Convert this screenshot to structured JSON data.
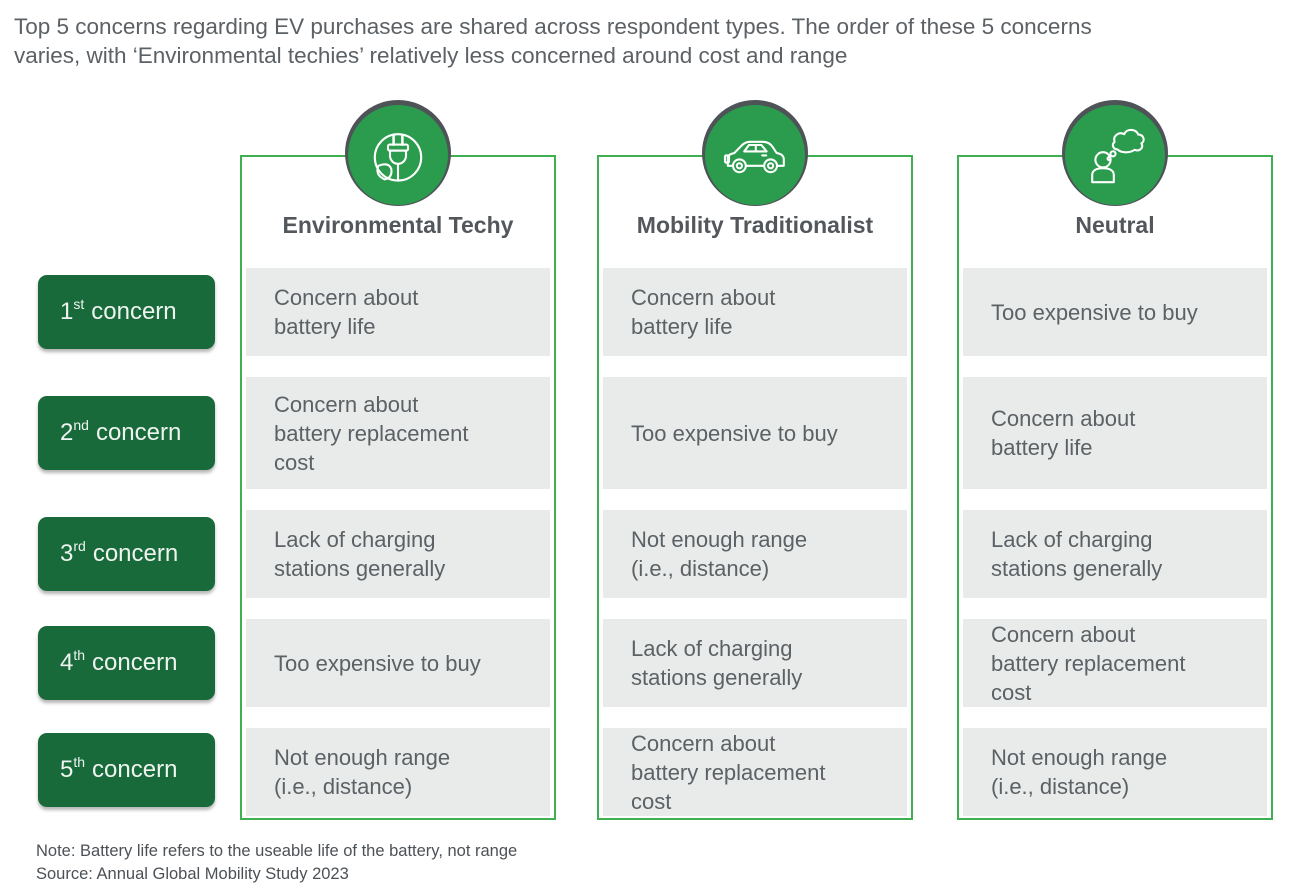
{
  "title": "Top 5 concerns regarding EV purchases are shared across respondent types. The order of these 5 concerns\nvaries, with ‘Environmental techies’ relatively less concerned around cost and range",
  "ranks": [
    {
      "num": "1",
      "sup": "st",
      "word": "concern"
    },
    {
      "num": "2",
      "sup": "nd",
      "word": "concern"
    },
    {
      "num": "3",
      "sup": "rd",
      "word": "concern"
    },
    {
      "num": "4",
      "sup": "th",
      "word": "concern"
    },
    {
      "num": "5",
      "sup": "th",
      "word": "concern"
    }
  ],
  "columns": [
    {
      "name": "Environmental Techy",
      "icon": "plug-leaf-icon",
      "concerns": [
        "Concern about\nbattery life",
        "Concern about\nbattery replacement\ncost",
        "Lack of charging\nstations generally",
        "Too expensive to buy",
        "Not enough range\n(i.e., distance)"
      ]
    },
    {
      "name": "Mobility Traditionalist",
      "icon": "car-icon",
      "concerns": [
        "Concern about\nbattery life",
        "Too expensive to buy",
        "Not enough range\n(i.e., distance)",
        "Lack of charging\nstations generally",
        "Concern about\nbattery replacement\ncost"
      ]
    },
    {
      "name": "Neutral",
      "icon": "thinking-person-icon",
      "concerns": [
        "Too expensive to buy",
        "Concern about\nbattery life",
        "Lack of charging\nstations generally",
        "Concern about\nbattery replacement\ncost",
        "Not enough range\n(i.e., distance)"
      ]
    }
  ],
  "footnotes": {
    "note": "Note: Battery life refers to the useable life of the battery, not range",
    "source": "Source: Annual Global Mobility Study 2023"
  },
  "colors": {
    "rank_box_green": "#186a3b",
    "icon_circle_green": "#2b9c4d",
    "column_border_green": "#3faf52",
    "cell_gray": "#e8ebe9",
    "ring_gray": "#4e5358",
    "text_gray": "#5c6165"
  }
}
